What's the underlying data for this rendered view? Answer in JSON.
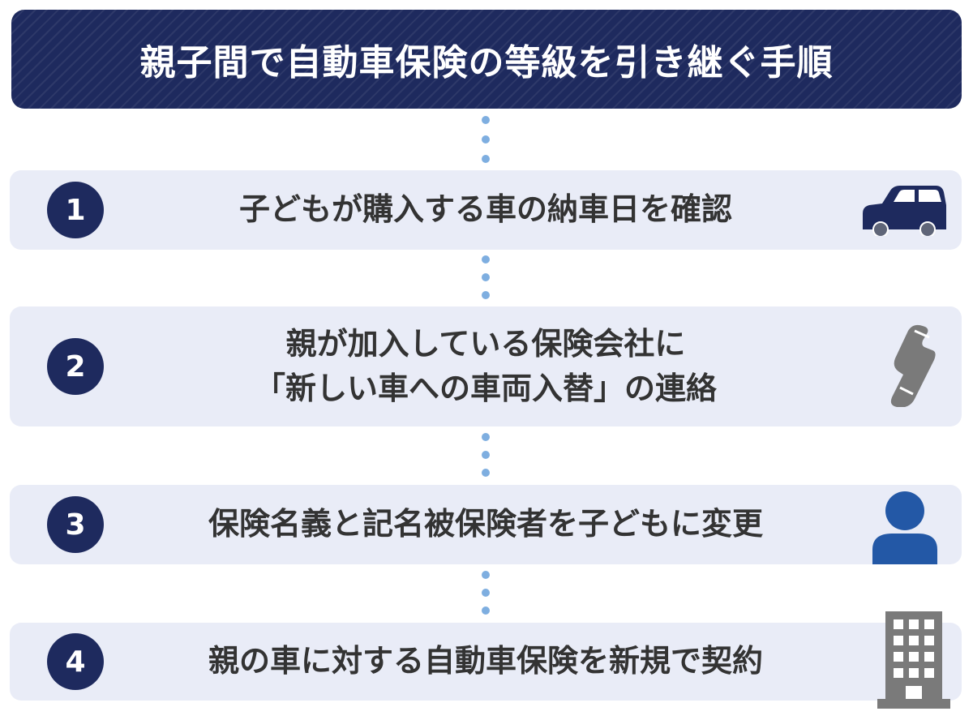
{
  "title": "親子間で自動車保険の等級を引き継ぐ手順",
  "colors": {
    "header_bg": "#1e2a5e",
    "step_bg": "#e9ecf7",
    "badge_bg": "#1e2a5e",
    "dot": "#7eaee0",
    "text": "#333333",
    "person_icon": "#2358a6",
    "gray_icon": "#7a7a7a"
  },
  "steps": [
    {
      "number": "1",
      "lines": [
        "子どもが購入する車の納車日を確認"
      ],
      "icon": "car-icon"
    },
    {
      "number": "2",
      "lines": [
        "親が加入している保険会社に",
        "「新しい車への車両入替」の連絡"
      ],
      "icon": "phone-icon"
    },
    {
      "number": "3",
      "lines": [
        "保険名義と記名被保険者を子どもに変更"
      ],
      "icon": "person-icon"
    },
    {
      "number": "4",
      "lines": [
        "親の車に対する自動車保険を新規で契約"
      ],
      "icon": "building-icon"
    }
  ]
}
